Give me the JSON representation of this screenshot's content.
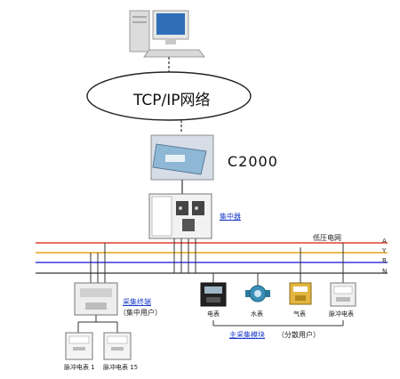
{
  "network": {
    "label": "TCP/IP网络"
  },
  "device": {
    "label": "C2000"
  },
  "concentrator": {
    "label": "集中器"
  },
  "lowvoltage": {
    "label": "低压电网"
  },
  "phases": [
    {
      "name": "A",
      "color": "#e0402f"
    },
    {
      "name": "Y",
      "color": "#e6a21a"
    },
    {
      "name": "B",
      "color": "#3a3ad8"
    },
    {
      "name": "N",
      "color": "#555555"
    }
  ],
  "collector": {
    "label": "采集终端",
    "sublabel": "（集中用户）"
  },
  "meters_left": [
    {
      "label": "脉冲电表 1"
    },
    {
      "label": "脉冲电表 15"
    }
  ],
  "meters_right": [
    {
      "label": "电表"
    },
    {
      "label": "水表"
    },
    {
      "label": "气表"
    },
    {
      "label": "脉冲电表"
    }
  ],
  "module": {
    "label": "主采集模块",
    "sublabel": "（分散用户）"
  }
}
